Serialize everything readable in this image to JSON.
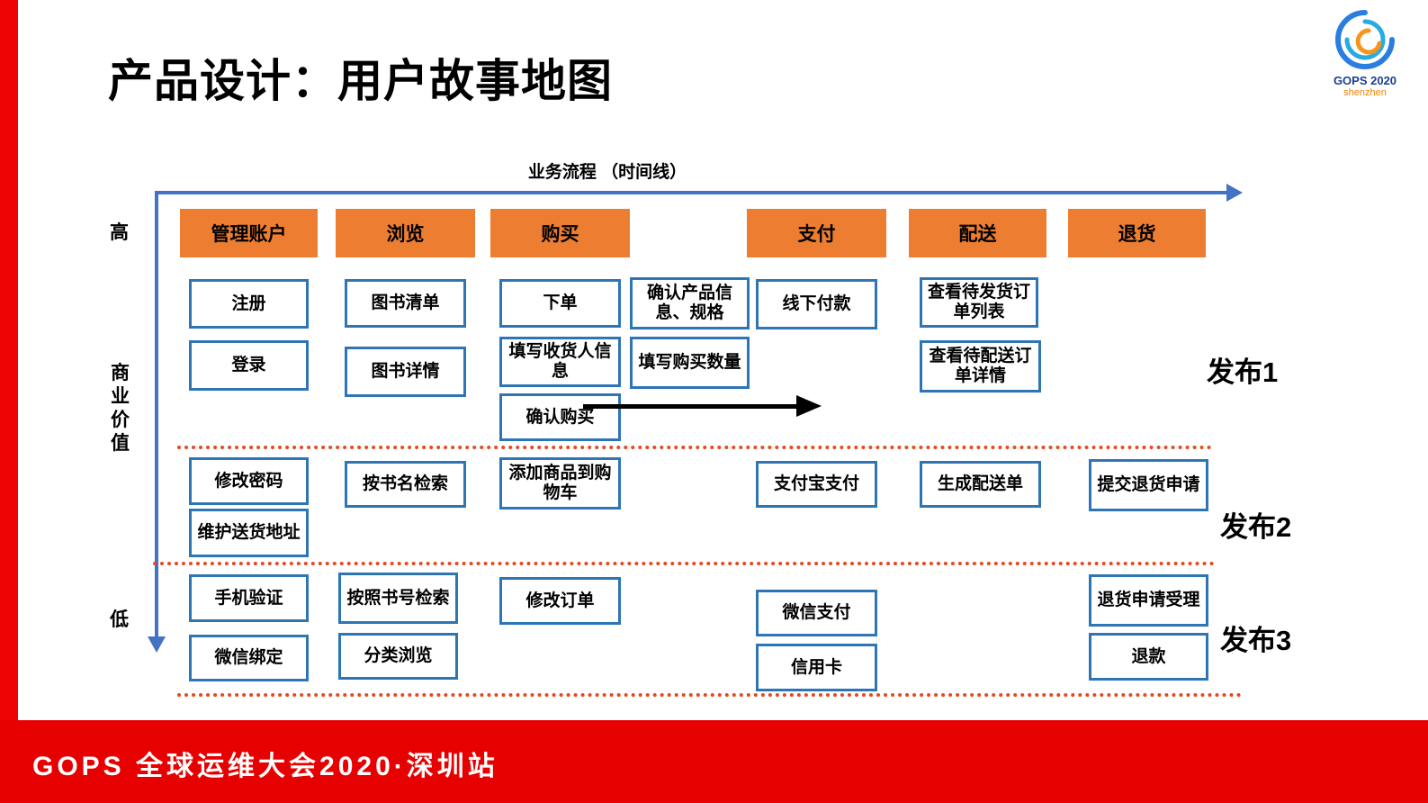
{
  "page": {
    "title": "产品设计：用户故事地图",
    "footer_text": "GOPS 全球运维大会2020·深圳站",
    "logo": {
      "name": "GOPS 2020",
      "sub": "shenzhen"
    }
  },
  "diagram": {
    "timeline_label": "业务流程 （时间线）",
    "value_axis": {
      "high": "高",
      "label": "商业价值",
      "low": "低"
    },
    "releases": {
      "r1": "发布1",
      "r2": "发布2",
      "r3": "发布3"
    },
    "headers": {
      "account": "管理账户",
      "browse": "浏览",
      "purchase": "购买",
      "payment": "支付",
      "delivery": "配送",
      "returns": "退货"
    },
    "cards": {
      "register": "注册",
      "login": "登录",
      "change_password": "修改密码",
      "maintain_address": "维护送货地址",
      "phone_verify": "手机验证",
      "wechat_bind": "微信绑定",
      "book_list": "图书清单",
      "book_detail": "图书详情",
      "search_by_name": "按书名检索",
      "search_by_isbn": "按照书号检索",
      "browse_category": "分类浏览",
      "place_order": "下单",
      "fill_receiver_info": "填写收货人信息",
      "confirm_purchase": "确认购买",
      "add_to_cart": "添加商品到购物车",
      "modify_order": "修改订单",
      "confirm_product_info": "确认产品信息、规格",
      "fill_quantity": "填写购买数量",
      "offline_payment": "线下付款",
      "alipay": "支付宝支付",
      "wechat_pay": "微信支付",
      "credit_card": "信用卡",
      "view_pending_shipment": "查看待发货订单列表",
      "view_pending_delivery": "查看待配送订单详情",
      "generate_delivery_note": "生成配送单",
      "submit_return_request": "提交退货申请",
      "return_request_handling": "退货申请受理",
      "refund": "退款"
    }
  },
  "colors": {
    "header_orange": "#ed7d31",
    "card_border_blue": "#2e75b6",
    "axis_blue": "#4472c4",
    "dotted_line_orange": "#e8491d",
    "brand_red": "#e60000"
  }
}
